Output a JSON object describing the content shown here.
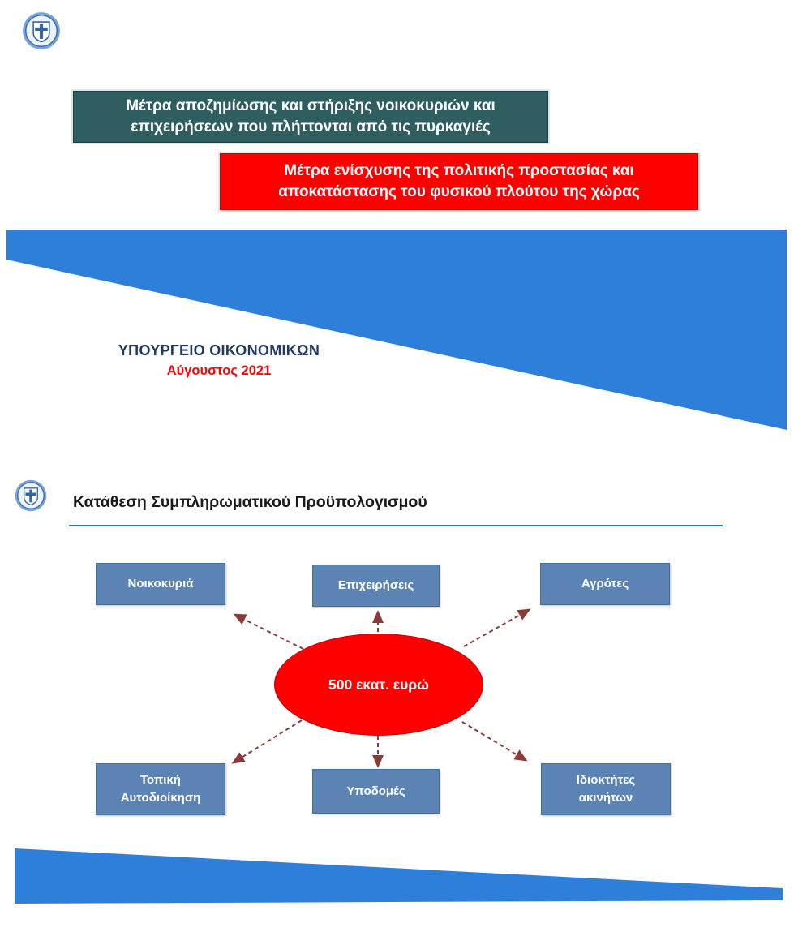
{
  "slide1": {
    "emblem_name": "greek-coat-of-arms",
    "teal_banner": "Μέτρα αποζημίωσης και στήριξης νοικοκυριών και επιχειρήσεων που πλήττονται από τις πυρκαγιές",
    "red_banner": "Μέτρα ενίσχυσης της πολιτικής προστασίας και αποκατάστασης του φυσικού πλούτου της χώρας",
    "ministry": "ΥΠΟΥΡΓΕΙΟ ΟΙΚΟΝΟΜΙΚΩΝ",
    "date": "Αύγουστος 2021"
  },
  "slide2": {
    "title": "Κατάθεση Συμπληρωματικού Προϋπολογισμού",
    "center_label": "500 εκατ. ευρώ",
    "nodes": [
      "Νοικοκυριά",
      "Επιχειρήσεις",
      "Αγρότες",
      "Τοπική Αυτοδιοίκηση",
      "Υποδομές",
      "Ιδιοκτήτες ακινήτων"
    ]
  },
  "colors": {
    "teal_banner_bg": "#2e5e60",
    "red_banner_bg": "#fe0000",
    "wedge_blue": "#2e7fd9",
    "ministry_text": "#1f3864",
    "date_text": "#fe0000",
    "title_underline": "#2e75b6",
    "node_bg": "#5b84b5",
    "node_border": "#41719c",
    "center_ellipse_bg": "#fe0000",
    "arrow": "#8b3a3a"
  }
}
